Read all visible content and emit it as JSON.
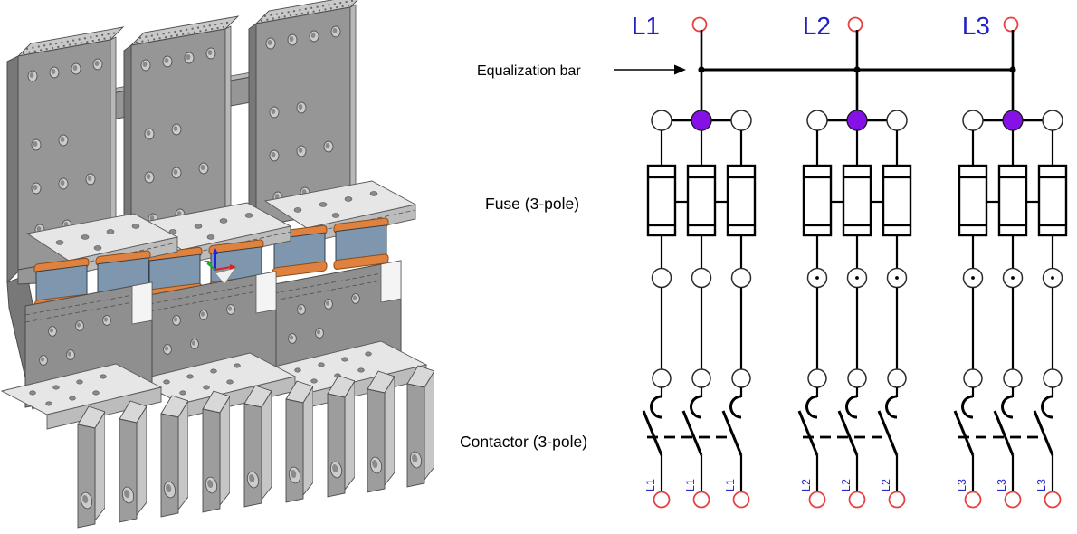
{
  "figure": {
    "left_panel": "cad-render-of-3-phase-laminated-busbar-assembly",
    "right_panel": "three-phase-schematic"
  },
  "palette": {
    "wire_black": "#000000",
    "phase_label_blue": "#2121c8",
    "terminal_red": "#e84040",
    "junction_purple": "#8511e6",
    "cad_plate_gray": "#969696",
    "cad_shelf_light": "#e6e6e6",
    "cad_connector_blue": "#7e96ae",
    "cad_connector_copper": "#e0823f",
    "axis_x_red": "#e02020",
    "axis_y_green": "#18a818",
    "axis_z_blue": "#2020e0"
  },
  "schematic": {
    "annotations": {
      "equalization_bar": "Equalization bar",
      "fuse": "Fuse (3-pole)",
      "contactor": "Contactor (3-pole)"
    },
    "phases": [
      {
        "label": "L1",
        "terminal_labels": [
          "L1",
          "L1",
          "L1"
        ]
      },
      {
        "label": "L2",
        "terminal_labels": [
          "L2",
          "L2",
          "L2"
        ]
      },
      {
        "label": "L3",
        "terminal_labels": [
          "L3",
          "L3",
          "L3"
        ]
      }
    ]
  }
}
